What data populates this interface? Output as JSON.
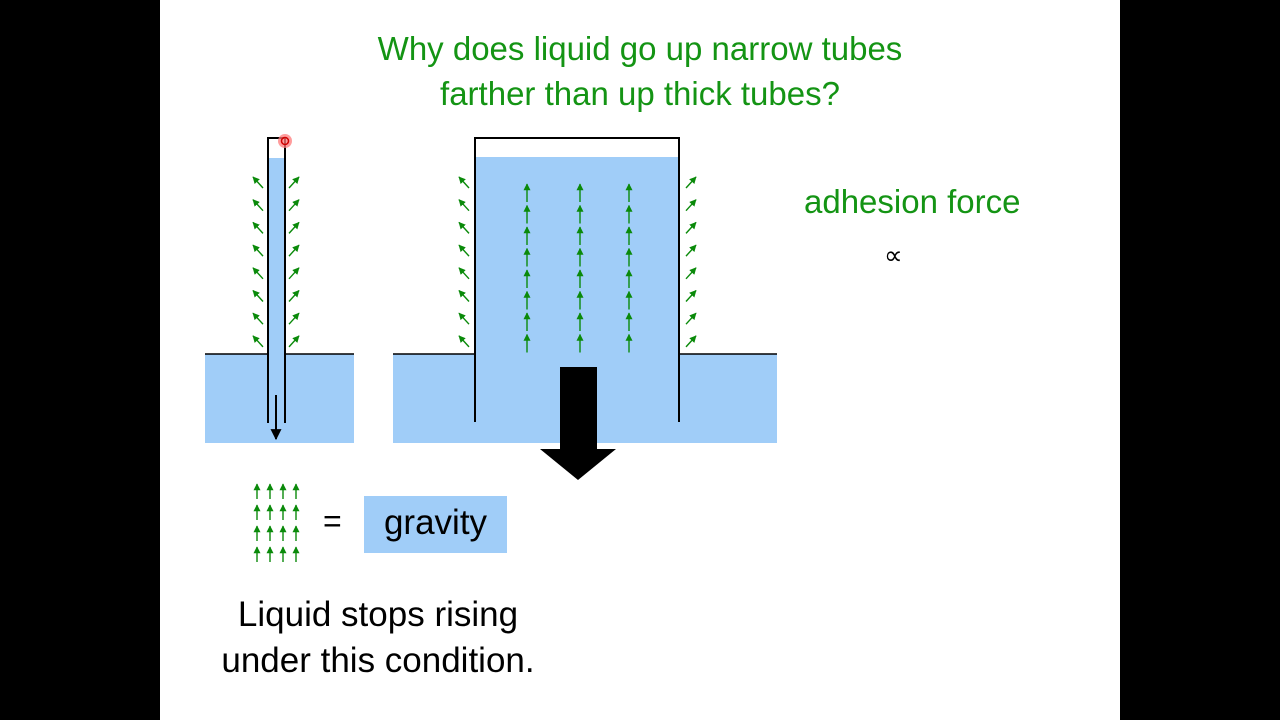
{
  "title": {
    "line1": "Why does liquid go up narrow tubes",
    "line2": "farther than up thick tubes?"
  },
  "adhesion_label": "adhesion force",
  "proportional_symbol": "∝",
  "equation": {
    "equals": "=",
    "gravity_label": "gravity"
  },
  "conclusion": {
    "line1": "Liquid stops rising",
    "line2": "under this condition."
  },
  "colors": {
    "title_green": "#149414",
    "arrow_green": "#0a8a0a",
    "water_blue": "#a0cdf8"
  }
}
